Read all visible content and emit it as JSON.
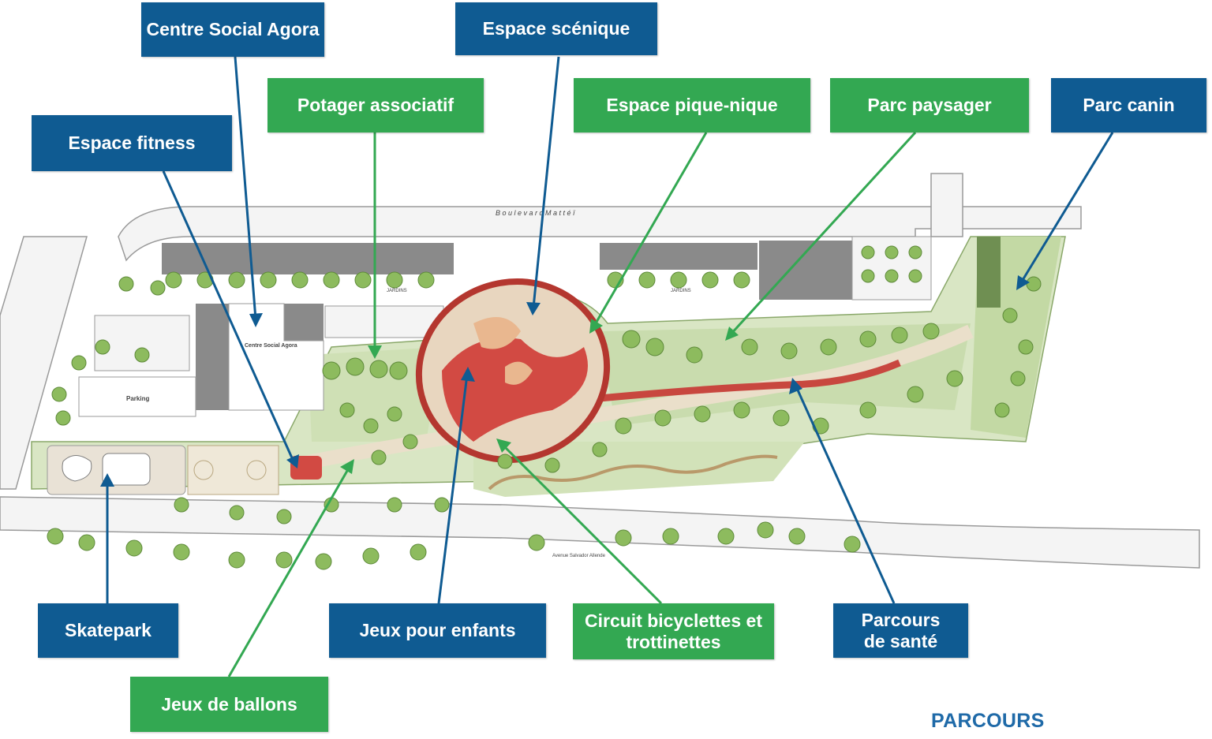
{
  "map": {
    "street_top": "B o u l e v a r d   M a t t é ï",
    "street_bottom": "Avenue Salvador Allende",
    "jardins_label": "JARDINS",
    "building_label": "Centre Social Agora",
    "parking_label": "Parking",
    "colors": {
      "label_blue": "#0f5b92",
      "label_green": "#33a852",
      "park_green": "#c9dcae",
      "tree_green": "#8dbb5e",
      "play_red": "#d24a43",
      "building_gray": "#8a8a8a"
    }
  },
  "labels": {
    "centre_social": "Centre Social Agora",
    "espace_scenique": "Espace scénique",
    "potager": "Potager associatif",
    "espace_fitness": "Espace fitness",
    "pique_nique": "Espace pique-nique",
    "parc_paysager": "Parc paysager",
    "parc_canin": "Parc canin",
    "skatepark": "Skatepark",
    "jeux_enfants": "Jeux pour enfants",
    "circuit": "Circuit bicyclettes et trottinettes",
    "parcours_sante": "Parcours de santé",
    "jeux_ballons": "Jeux de ballons"
  },
  "footer": "PARCOURS"
}
